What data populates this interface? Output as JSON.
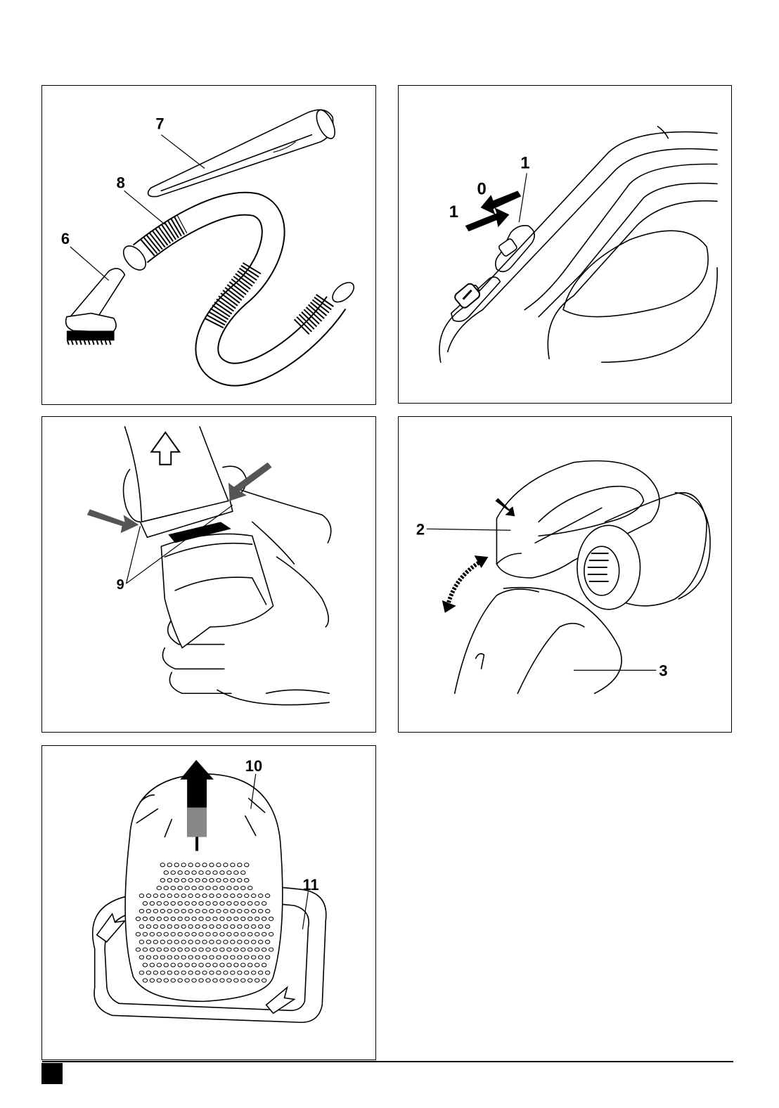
{
  "figures": {
    "accessories": {
      "labels": {
        "crevice_tool": "7",
        "hose": "8",
        "brush": "6"
      }
    },
    "switch": {
      "labels": {
        "switch": "1",
        "off": "0",
        "on": "1"
      }
    },
    "bowl_release": {
      "labels": {
        "latches": "9"
      }
    },
    "nozzle_latch": {
      "labels": {
        "latch": "2",
        "bowl": "3"
      }
    },
    "filter": {
      "labels": {
        "filter": "10",
        "prefilter": "11"
      }
    }
  },
  "colors": {
    "ink": "#000000",
    "paper": "#ffffff"
  },
  "icons": [
    "up-arrow-icon",
    "press-arrow-icon",
    "rotate-arrow-icon",
    "switch-arrows-icon",
    "power-button-icon"
  ]
}
